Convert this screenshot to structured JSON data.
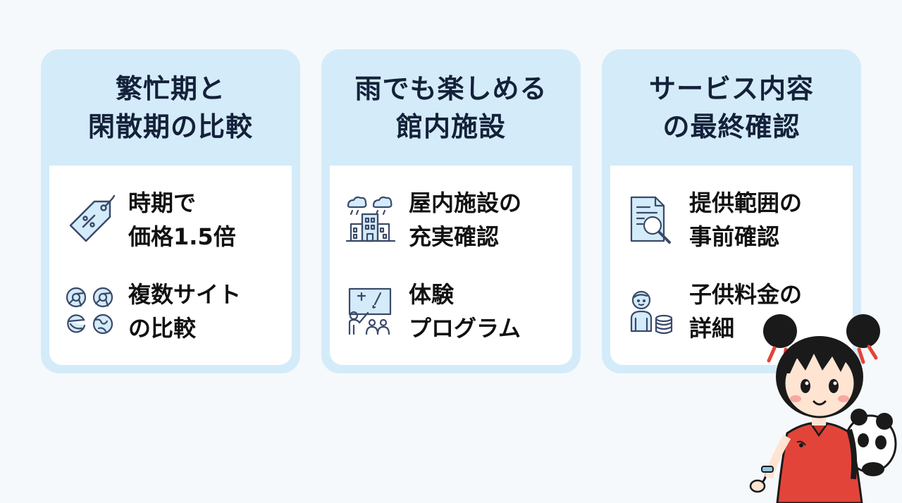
{
  "cards": [
    {
      "title_lines": [
        "繁忙期と",
        "閑散期の比較"
      ],
      "items": [
        {
          "icon": "price-tag-icon",
          "lines": [
            "時期で",
            "価格1.5倍"
          ]
        },
        {
          "icon": "browser-icons",
          "lines": [
            "複数サイト",
            "の比較"
          ]
        }
      ]
    },
    {
      "title_lines": [
        "雨でも楽しめる",
        "館内施設"
      ],
      "items": [
        {
          "icon": "rain-building-icon",
          "lines": [
            "屋内施設の",
            "充実確認"
          ]
        },
        {
          "icon": "workshop-icon",
          "lines": [
            "体験",
            "プログラム"
          ]
        }
      ]
    },
    {
      "title_lines": [
        "サービス内容",
        "の最終確認"
      ],
      "items": [
        {
          "icon": "document-search-icon",
          "lines": [
            "提供範囲の",
            "事前確認"
          ]
        },
        {
          "icon": "child-coins-icon",
          "lines": [
            "子供料金の",
            "詳細"
          ]
        }
      ]
    }
  ],
  "colors": {
    "background": "#f5f9fc",
    "card_header": "#d4ebfa",
    "card_body": "#ffffff",
    "text": "#14213a",
    "icon_stroke": "#3a4a6b",
    "icon_fill": "#d4ebfa"
  }
}
